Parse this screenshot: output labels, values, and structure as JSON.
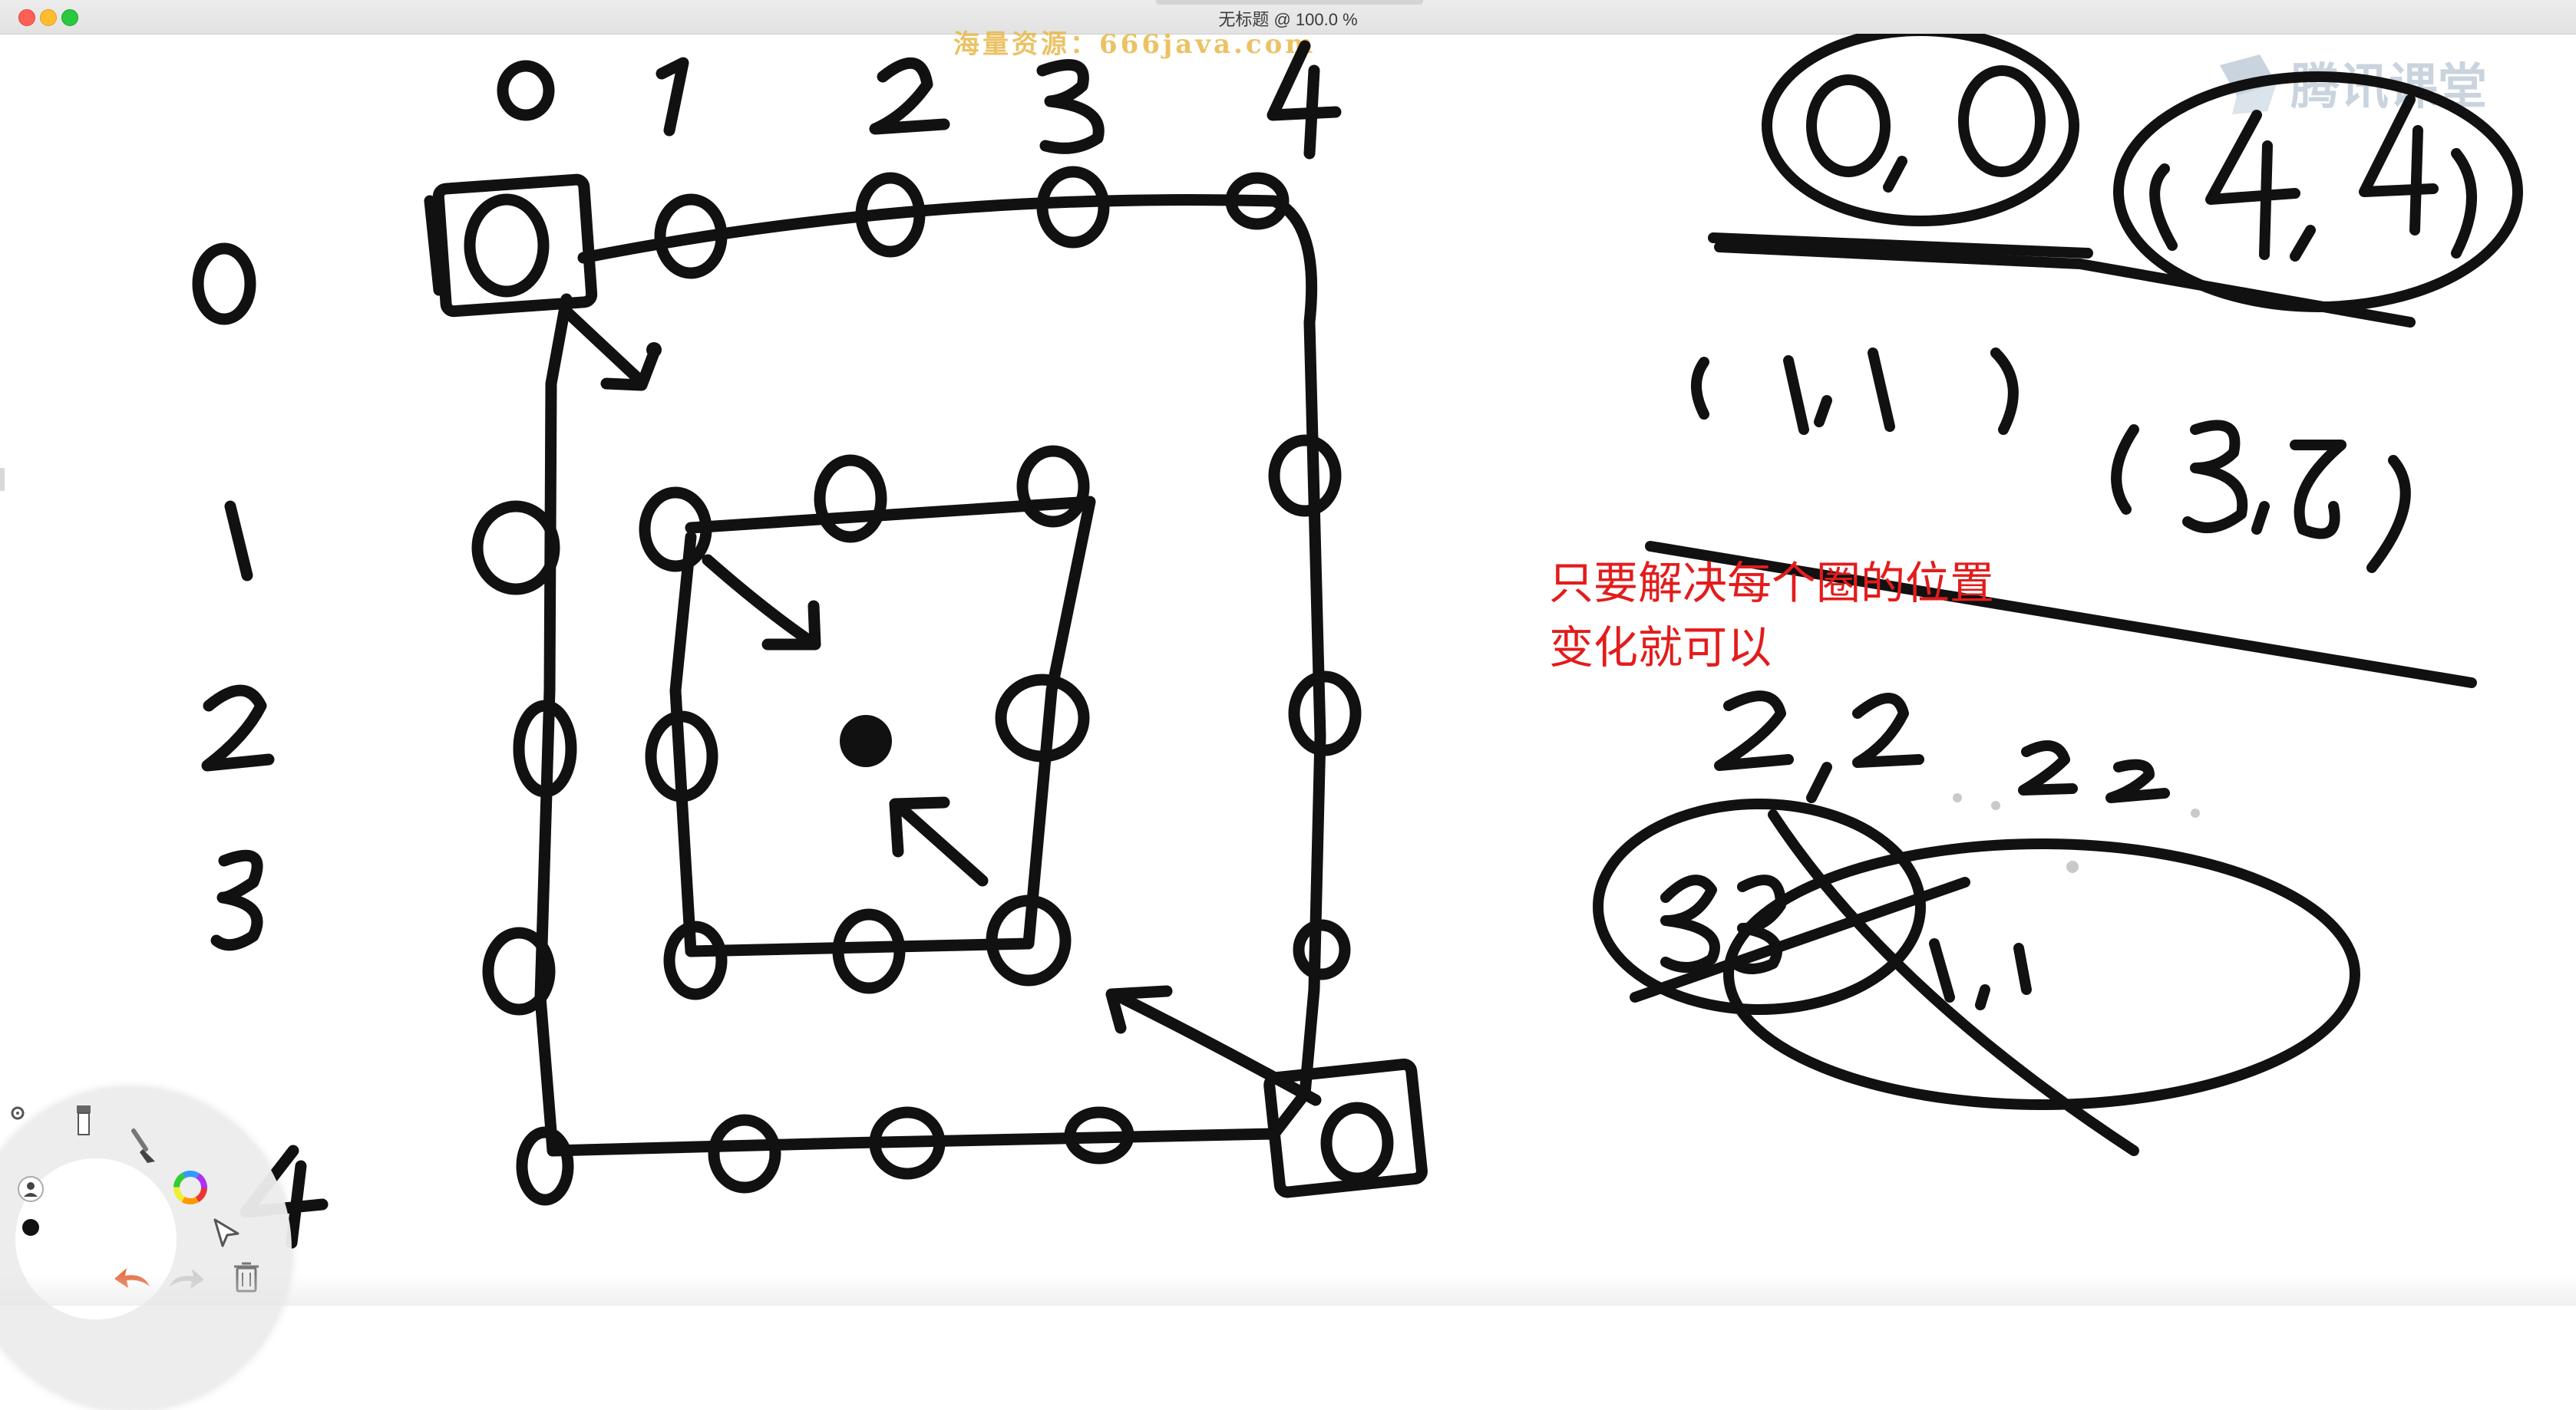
{
  "window": {
    "title": "无标题 @ 100.0 %"
  },
  "watermark": "海量资源：666java.com",
  "brand": {
    "name": "腾讯课堂",
    "icon": "tencent-classroom-logo-icon"
  },
  "note": {
    "line1": "只要解决每个圈的位置",
    "line2": "变化就可以"
  },
  "colors": {
    "ink": "#111111",
    "note": "#e31c1c",
    "watermark": "#e8b84a"
  },
  "toolbar": {
    "icons": [
      "settings-icon",
      "eraser-icon",
      "brush-icon",
      "color-wheel-icon",
      "person-icon",
      "dot-icon",
      "select-arrow-icon",
      "undo-icon",
      "redo-icon",
      "trash-icon"
    ]
  }
}
